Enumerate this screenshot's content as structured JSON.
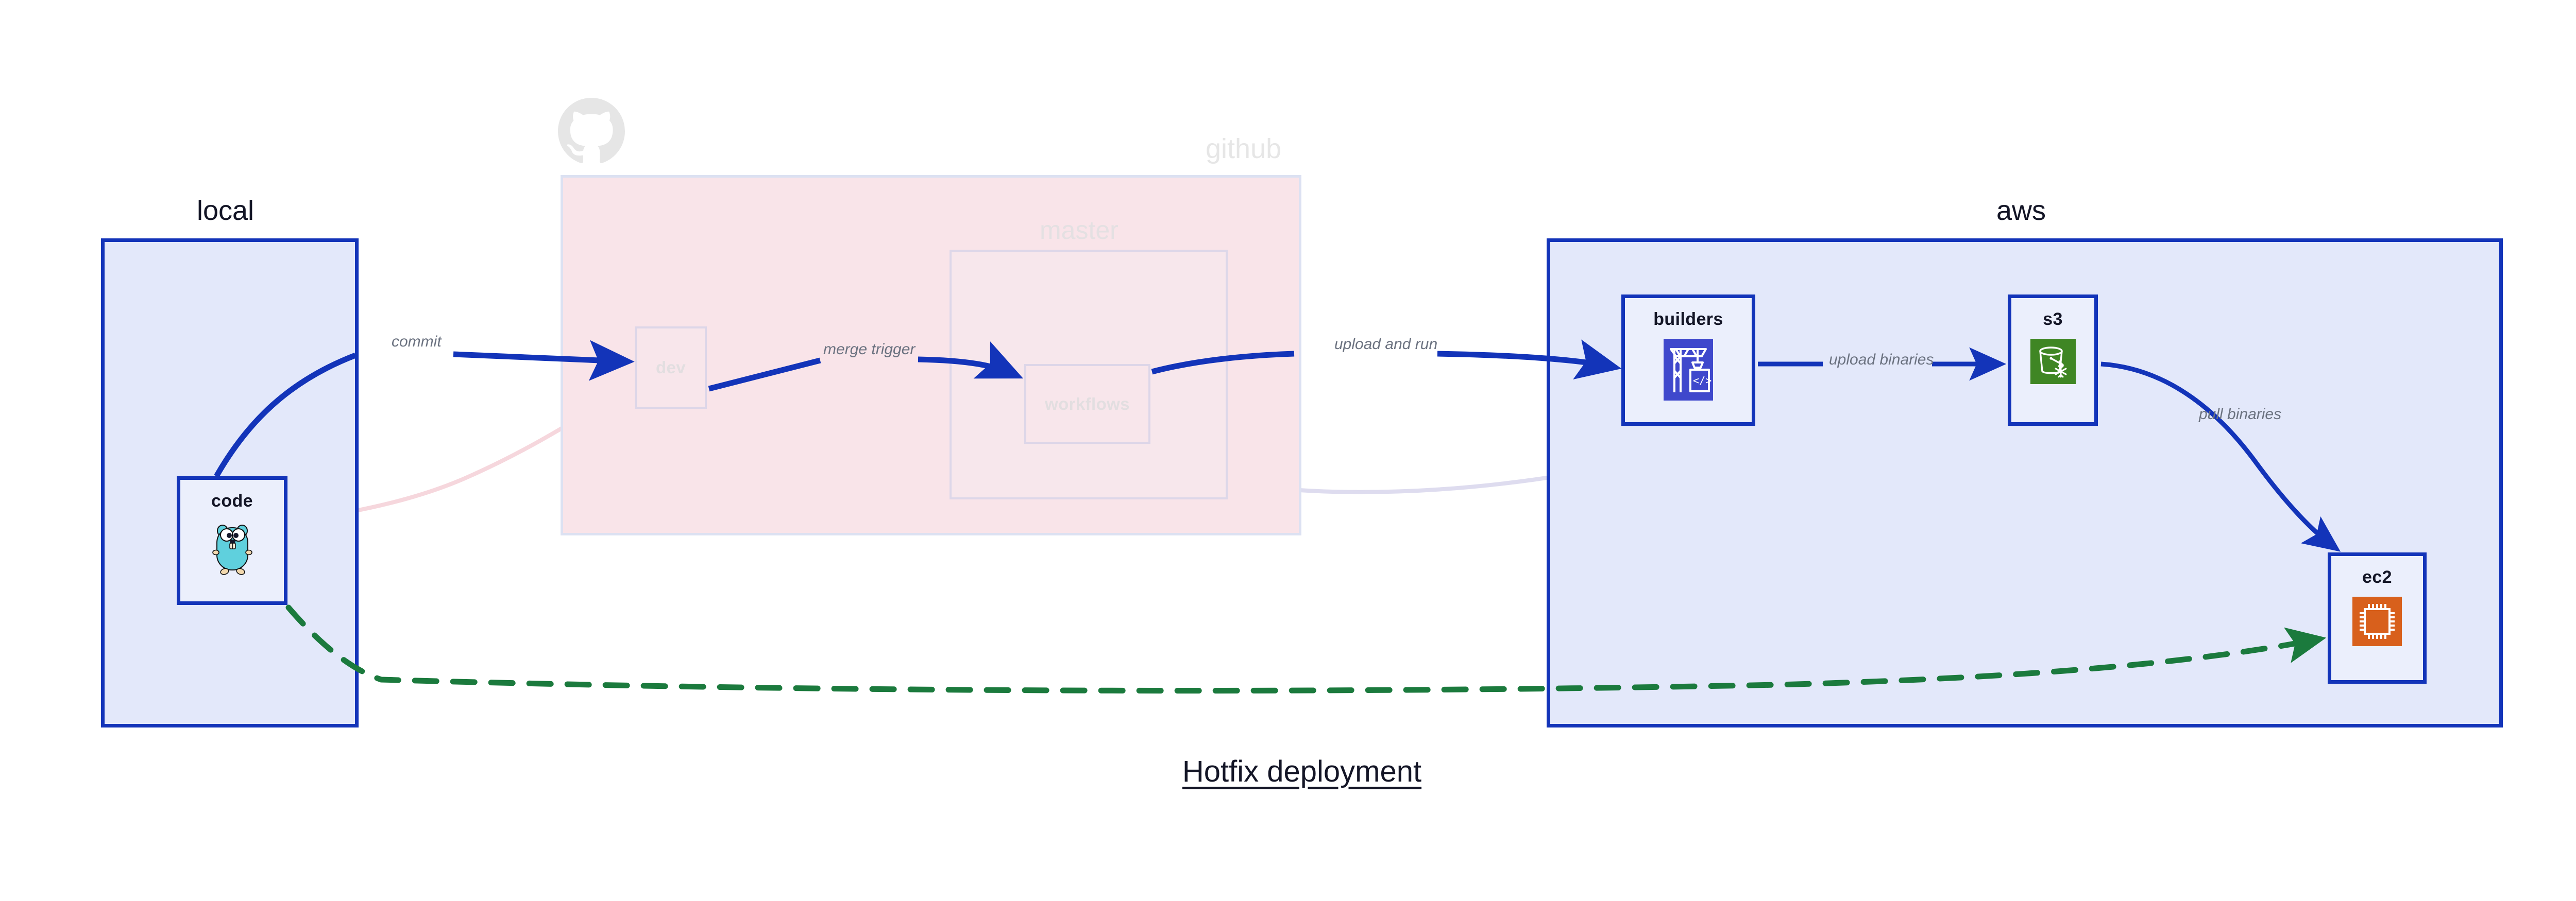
{
  "diagram": {
    "title": "Hotfix deployment",
    "colors": {
      "active_border": "#1334B9",
      "active_fill": "#E3E8FA",
      "node_fill": "#EBEFFC",
      "dim_fill": "#F9E4E9",
      "dim_border": "#DCE1F2",
      "edge_blue": "#1334B9",
      "edge_green": "#1B7A3D",
      "edge_label": "#6B7280",
      "dim_text": "#E4E2E4",
      "builders_icon_bg": "#3F48CC",
      "s3_icon_bg": "#3F8624",
      "ec2_icon_bg": "#D8601C",
      "gopher_body": "#5FD0DD",
      "github_logo": "#E6E6E6"
    }
  },
  "clusters": [
    {
      "id": "local",
      "label": "local",
      "state": "active"
    },
    {
      "id": "github",
      "label": "github",
      "state": "dim"
    },
    {
      "id": "aws",
      "label": "aws",
      "state": "active"
    }
  ],
  "subclusters": [
    {
      "id": "master",
      "label": "master",
      "parent": "github",
      "state": "dim"
    }
  ],
  "nodes": [
    {
      "id": "code",
      "label": "code",
      "cluster": "local",
      "icon": "go-gopher-icon",
      "state": "active"
    },
    {
      "id": "dev",
      "label": "dev",
      "cluster": "github",
      "icon": "none",
      "state": "dim"
    },
    {
      "id": "workflows",
      "label": "workflows",
      "cluster": "master",
      "icon": "none",
      "state": "dim"
    },
    {
      "id": "builders",
      "label": "builders",
      "cluster": "aws",
      "icon": "aws-codebuild-icon",
      "state": "active"
    },
    {
      "id": "s3",
      "label": "s3",
      "cluster": "aws",
      "icon": "aws-s3-glacier-icon",
      "state": "active"
    },
    {
      "id": "ec2",
      "label": "ec2",
      "cluster": "aws",
      "icon": "aws-ec2-chip-icon",
      "state": "active"
    }
  ],
  "edges": [
    {
      "id": "commit",
      "from": "code",
      "to": "dev",
      "label": "commit",
      "style": "solid",
      "state": "active"
    },
    {
      "id": "merge-trigger",
      "from": "dev",
      "to": "workflows",
      "label": "merge trigger",
      "style": "solid",
      "state": "active"
    },
    {
      "id": "upload-and-run",
      "from": "workflows",
      "to": "builders",
      "label": "upload and run",
      "style": "solid",
      "state": "active"
    },
    {
      "id": "upload-binaries",
      "from": "builders",
      "to": "s3",
      "label": "upload binaries",
      "style": "solid",
      "state": "active"
    },
    {
      "id": "pull-binaries",
      "from": "s3",
      "to": "ec2",
      "label": "pull binaries",
      "style": "solid",
      "state": "active"
    },
    {
      "id": "hotfix-direct",
      "from": "code",
      "to": "ec2",
      "label": "",
      "style": "dashed",
      "state": "active"
    },
    {
      "id": "dim-code-dev",
      "from": "code",
      "to": "dev",
      "label": "",
      "style": "solid",
      "state": "dim"
    },
    {
      "id": "dim-dev-wf",
      "from": "dev",
      "to": "workflows",
      "label": "",
      "style": "solid",
      "state": "dim"
    },
    {
      "id": "dim-wf-builders",
      "from": "workflows",
      "to": "builders",
      "label": "",
      "style": "solid",
      "state": "dim"
    }
  ]
}
